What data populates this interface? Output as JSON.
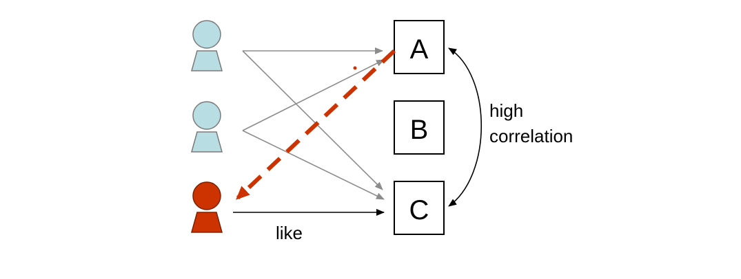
{
  "items": {
    "a": "A",
    "b": "B",
    "c": "C"
  },
  "labels": {
    "like": "like",
    "correlation_line1": "high",
    "correlation_line2": "correlation"
  },
  "colors": {
    "target_user": "#cc3300",
    "other_users": "#b8dde2",
    "relation_arrows": "#8c8c8c",
    "recommendation_arrow": "#cc3300"
  },
  "icons": {
    "user": "user-icon"
  }
}
